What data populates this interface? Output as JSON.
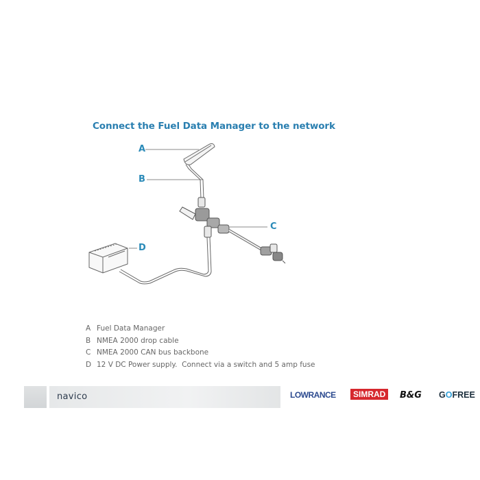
{
  "title": "Connect the Fuel Data Manager to the network",
  "callouts": {
    "a": "A",
    "b": "B",
    "c": "C",
    "d": "D"
  },
  "legend": [
    {
      "key": "A",
      "text": "Fuel Data Manager"
    },
    {
      "key": "B",
      "text": "NMEA 2000 drop cable"
    },
    {
      "key": "C",
      "text": "NMEA 2000 CAN bus backbone"
    },
    {
      "key": "D",
      "text": "12 V DC Power supply.  Connect via a switch and 5 amp fuse"
    }
  ],
  "footer": {
    "company": "navico",
    "brands": {
      "lowrance": "LOWRANCE",
      "simrad": "SIMRAD",
      "bg": "B&G",
      "gofree_g": "G",
      "gofree_o": "O",
      "gofree_rest": "FREE"
    }
  },
  "colors": {
    "title": "#2a7fb0",
    "callout": "#2a8ab8",
    "simrad_red": "#d6282e",
    "lowrance_blue": "#2c4a8f",
    "gofree_blue": "#2f9fd8"
  }
}
